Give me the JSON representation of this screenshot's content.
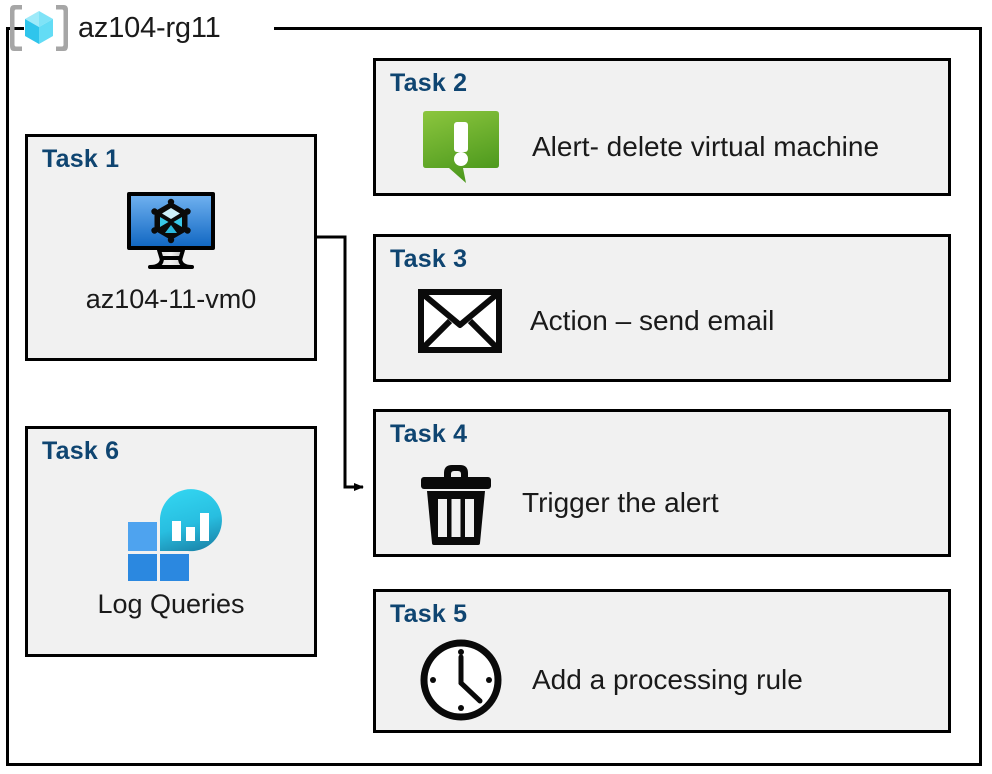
{
  "diagram": {
    "resource_group": {
      "name": "az104-rg11",
      "icon": "azure-resource-group-icon"
    },
    "accent_color": "#0f4571",
    "card_background": "#f1f1f1",
    "border_color": "#000000",
    "tasks": [
      {
        "id": "task1",
        "title": "Task 1",
        "label": "az104-11-vm0",
        "icon": "virtual-machine-icon",
        "column": "left"
      },
      {
        "id": "task2",
        "title": "Task 2",
        "label": "Alert- delete virtual machine",
        "icon": "alert-exclamation-icon",
        "column": "right"
      },
      {
        "id": "task3",
        "title": "Task 3",
        "label": "Action – send email",
        "icon": "envelope-icon",
        "column": "right"
      },
      {
        "id": "task4",
        "title": "Task 4",
        "label": "Trigger the alert",
        "icon": "trash-can-icon",
        "column": "right"
      },
      {
        "id": "task5",
        "title": "Task 5",
        "label": "Add a processing rule",
        "icon": "clock-icon",
        "column": "right"
      },
      {
        "id": "task6",
        "title": "Task 6",
        "label": "Log Queries",
        "icon": "log-analytics-icon",
        "column": "left"
      }
    ],
    "connectors": [
      {
        "from": "task1-vm-icon",
        "to": "task4",
        "style": "elbow-arrow"
      }
    ]
  }
}
